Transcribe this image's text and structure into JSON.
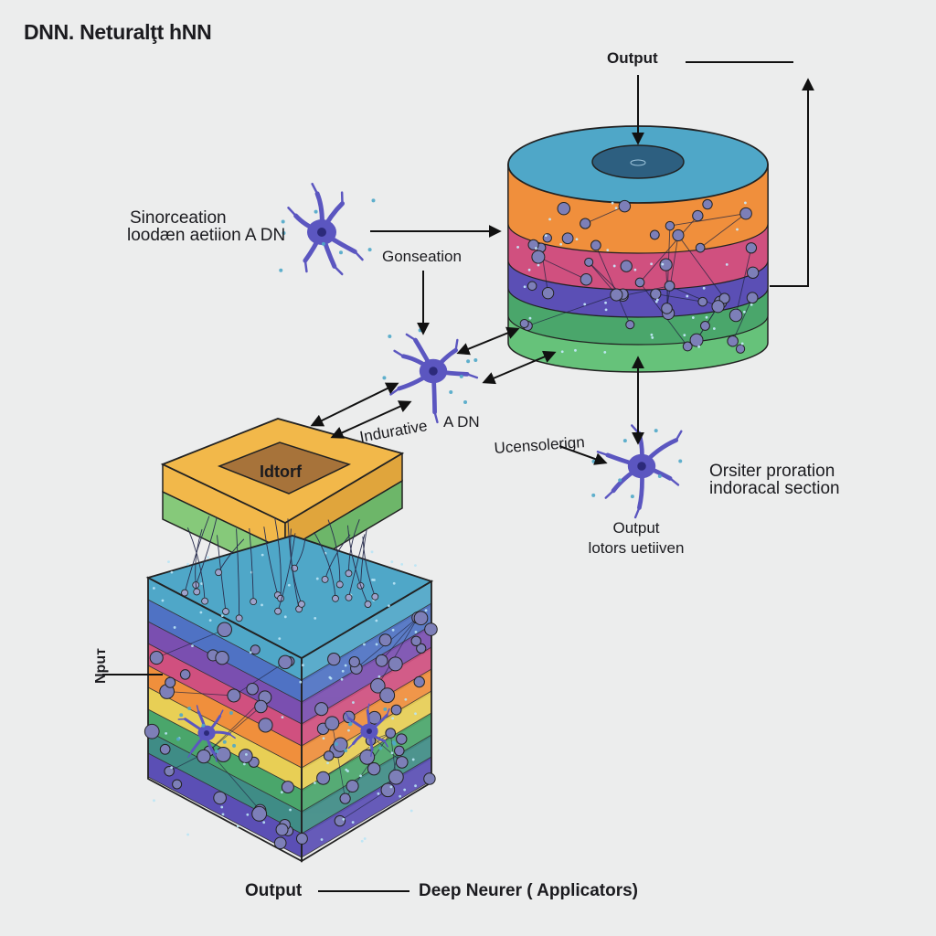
{
  "title": "DNN. Neturalţt hNN",
  "labels": {
    "output_top": "Output",
    "sinorceation_line1": "Sinorceation",
    "sinorceation_line2": "loodæn aetiion  A DN",
    "gonseation": "Gonseation",
    "indurative": "Indurative",
    "adn_mid": "A DN",
    "ucensolerign": "Ucensolerign",
    "orsiter_line1": "Orsiter proration",
    "orsiter_line2": "indoracal section",
    "output_right_line1": "Output",
    "output_right_line2": "lotors uetiiven",
    "idtorf": "Idtorf",
    "input": "Npuт",
    "output_bottom": "Output",
    "caption": "Deep Neurer ( Applicators)"
  },
  "colors": {
    "background": "#eceded",
    "cylinder_top": "#4fa7c8",
    "cylinder_bands": [
      "#f08f3c",
      "#d0507f",
      "#5b4fb5",
      "#4aa66b",
      "#66c27a"
    ],
    "neuron": "#5b56c0",
    "box_top": "#f2b84a",
    "box_inner": "#a7733a",
    "box_green": "#86c97a",
    "cube_layers": [
      "#4fa7c8",
      "#4f72c4",
      "#7a4fb0",
      "#d0507f",
      "#f08f3c",
      "#e8cf55",
      "#4aa66b",
      "#3f8c86",
      "#5b4fb5"
    ]
  }
}
